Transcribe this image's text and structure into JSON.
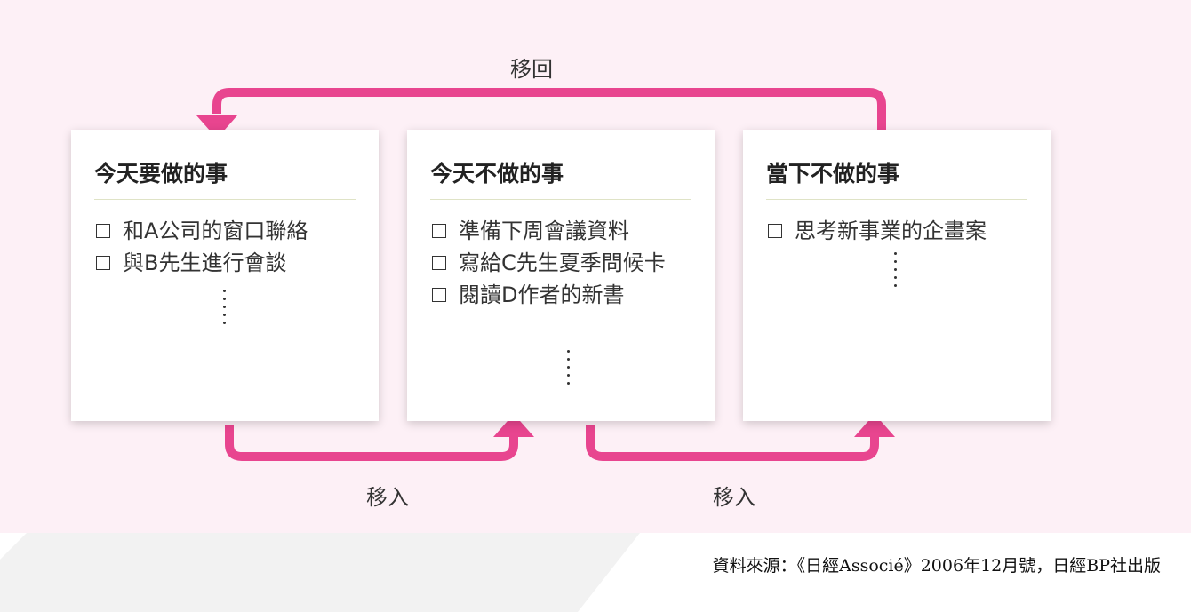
{
  "cards": [
    {
      "title": "今天要做的事",
      "items": [
        "和A公司的窗口聯絡",
        "與B先生進行會談"
      ]
    },
    {
      "title": "今天不做的事",
      "items": [
        "準備下周會議資料",
        "寫給C先生夏季問候卡",
        "閱讀D作者的新書"
      ]
    },
    {
      "title": "當下不做的事",
      "items": [
        "思考新事業的企畫案"
      ]
    }
  ],
  "arrows": {
    "back_label": "移回",
    "in_label_1": "移入",
    "in_label_2": "移入"
  },
  "source": "資料來源：《日經Associé》2006年12月號，日經BP社出版",
  "colors": {
    "arrow": "#e8458f",
    "background": "#fdf0f6",
    "rule": "#dfe3c6"
  }
}
